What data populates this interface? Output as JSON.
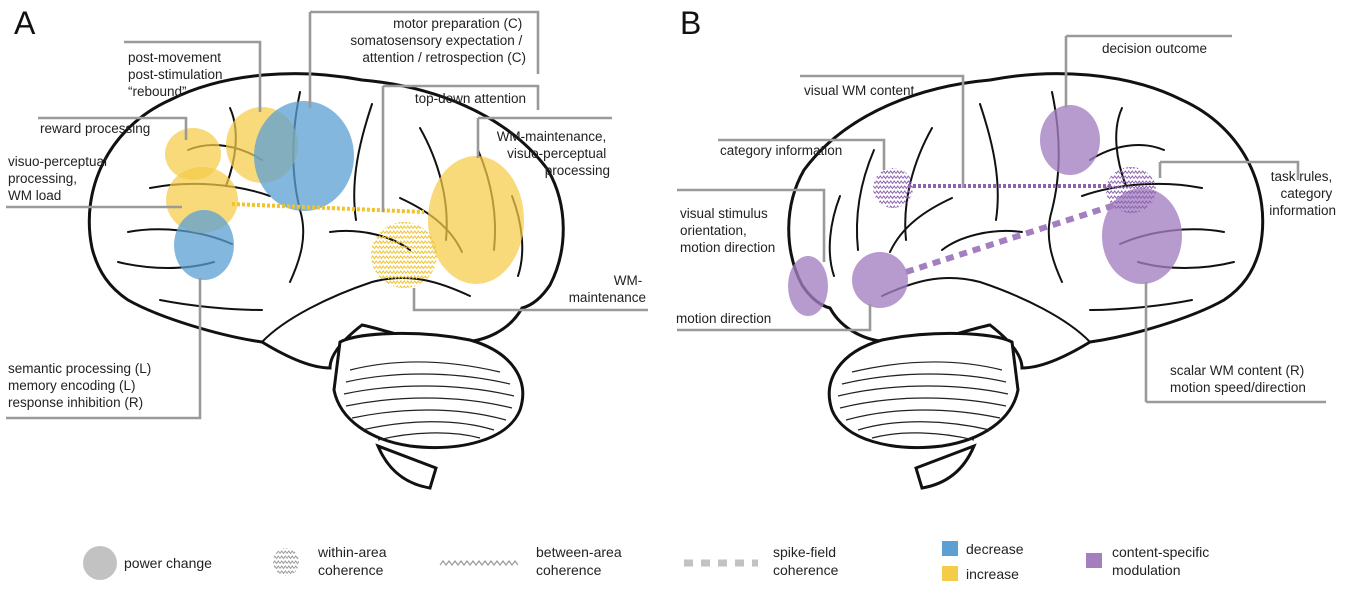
{
  "panelA": {
    "letter": "A",
    "labels": {
      "post_movement": [
        "post-movement",
        "post-stimulation",
        "“rebound”"
      ],
      "motor_prep": [
        "motor preparation (C)",
        "somatosensory expectation /",
        "attention / retrospection (C)"
      ],
      "top_down": [
        "top-down attention"
      ],
      "reward": [
        "reward processing"
      ],
      "visuo_perceptual": [
        "visuo-perceptual",
        "processing,",
        "WM load"
      ],
      "wm_maint_visuo": [
        "WM-maintenance,",
        "visuo-perceptual",
        "processing"
      ],
      "wm_maintenance": [
        "WM-",
        "maintenance"
      ],
      "semantic": [
        "semantic processing (L)",
        "memory encoding (L)",
        "response inhibition (R)"
      ]
    }
  },
  "panelB": {
    "letter": "B",
    "labels": {
      "decision": [
        "decision outcome"
      ],
      "visual_wm": [
        "visual WM content"
      ],
      "category": [
        "category information"
      ],
      "task_rules": [
        "task rules,",
        "category",
        "information"
      ],
      "visual_stim": [
        "visual stimulus",
        "orientation,",
        "motion direction"
      ],
      "motion_dir": [
        "motion direction"
      ],
      "scalar": [
        "scalar WM content (R)",
        "motion speed/direction"
      ]
    }
  },
  "legend": {
    "power_change": "power change",
    "within_area": [
      "within-area",
      "coherence"
    ],
    "between_area": [
      "between-area",
      "coherence"
    ],
    "spike_field": [
      "spike-field",
      "coherence"
    ],
    "decrease": "decrease",
    "increase": "increase",
    "content_specific": [
      "content-specific",
      "modulation"
    ]
  },
  "colors": {
    "decrease": "#5b9fd3",
    "increase": "#f5cc48",
    "content": "#a47fc0",
    "leader": "#9a9a9a",
    "legend_gray": "#c2c2c2"
  }
}
